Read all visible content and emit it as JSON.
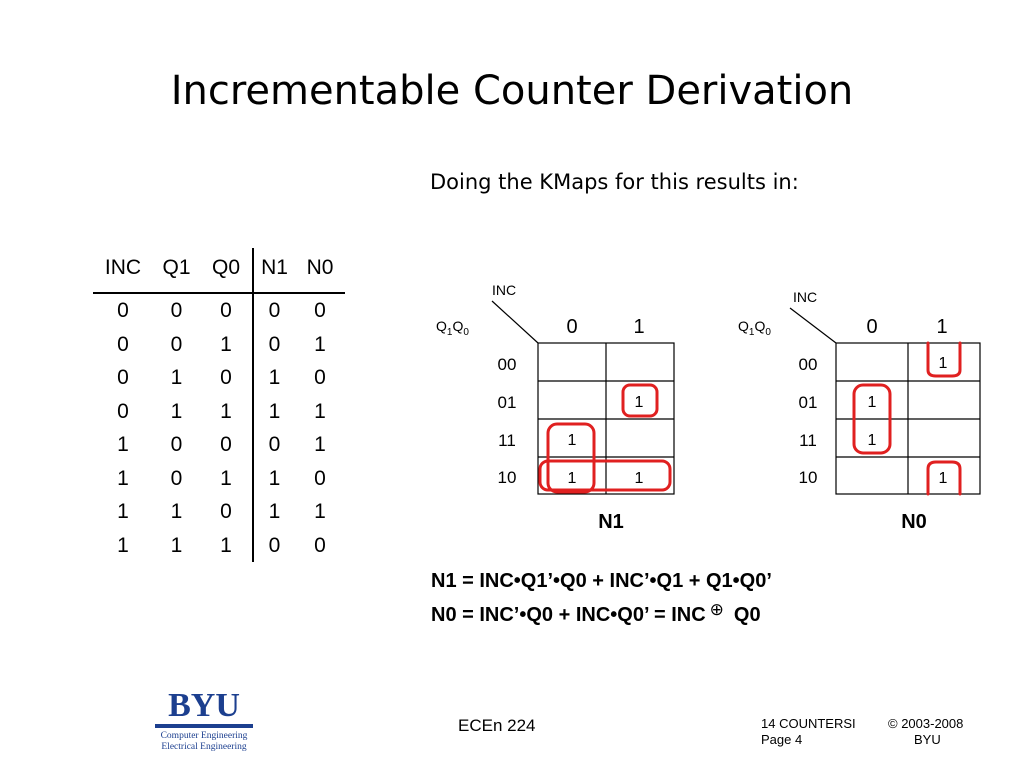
{
  "title": "Incrementable Counter Derivation",
  "intro": "Doing the KMaps for this results in:",
  "truth_table": {
    "headers": [
      "INC",
      "Q1",
      "Q0",
      "N1",
      "N0"
    ],
    "rows": [
      [
        "0",
        "0",
        "0",
        "0",
        "0"
      ],
      [
        "0",
        "0",
        "1",
        "0",
        "1"
      ],
      [
        "0",
        "1",
        "0",
        "1",
        "0"
      ],
      [
        "0",
        "1",
        "1",
        "1",
        "1"
      ],
      [
        "1",
        "0",
        "0",
        "0",
        "1"
      ],
      [
        "1",
        "0",
        "1",
        "1",
        "0"
      ],
      [
        "1",
        "1",
        "0",
        "1",
        "1"
      ],
      [
        "1",
        "1",
        "1",
        "0",
        "0"
      ]
    ]
  },
  "kmaps": [
    {
      "name": "N1",
      "col_var": "INC",
      "row_var_base": "Q",
      "row_var_sub1": "1",
      "row_var_sub2": "0",
      "cols": [
        "0",
        "1"
      ],
      "rows": [
        "00",
        "01",
        "11",
        "10"
      ],
      "cells": [
        [
          "",
          ""
        ],
        [
          "",
          "1"
        ],
        [
          "1",
          ""
        ],
        [
          "1",
          "1"
        ]
      ]
    },
    {
      "name": "N0",
      "col_var": "INC",
      "row_var_base": "Q",
      "row_var_sub1": "1",
      "row_var_sub2": "0",
      "cols": [
        "0",
        "1"
      ],
      "rows": [
        "00",
        "01",
        "11",
        "10"
      ],
      "cells": [
        [
          "",
          "1"
        ],
        [
          "1",
          ""
        ],
        [
          "1",
          ""
        ],
        [
          "",
          "1"
        ]
      ]
    }
  ],
  "equations": {
    "n1": "N1 = INC•Q1’•Q0 + INC’•Q1 + Q1•Q0’",
    "n0_prefix": "N0 = INC’•Q0 + INC•Q0’ =  INC",
    "xor_symbol": "⊕",
    "n0_suffix": "Q0"
  },
  "footer": {
    "logo_text": "BYU",
    "logo_line1": "Computer Engineering",
    "logo_line2": "Electrical Engineering",
    "course": "ECEn 224",
    "lecture": "14 COUNTERSI",
    "page": "Page 4",
    "copyright": "© 2003-2008",
    "org": "BYU"
  },
  "colors": {
    "loop": "#e02020",
    "brand": "#1c3f8f"
  }
}
